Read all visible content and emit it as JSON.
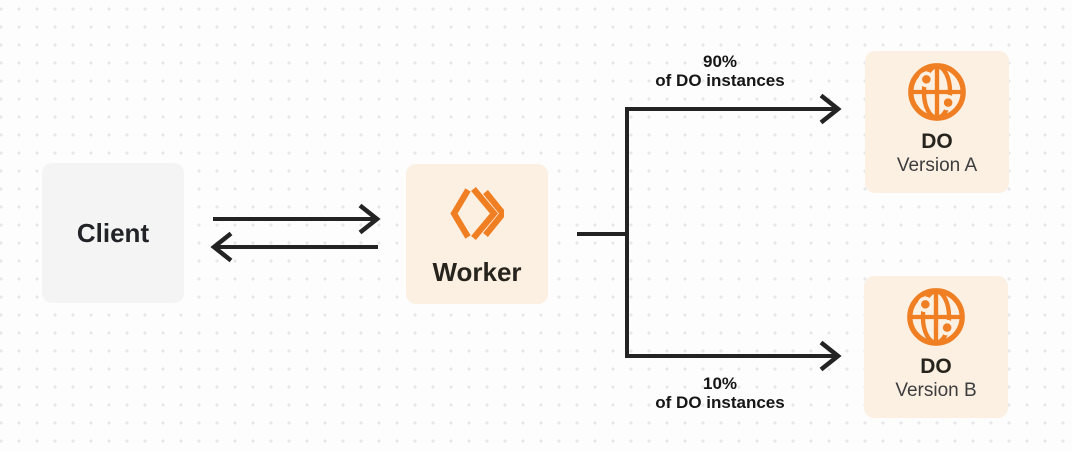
{
  "nodes": {
    "client": {
      "label": "Client"
    },
    "worker": {
      "label": "Worker",
      "icon": "workers-brackets-icon"
    },
    "do_version_a": {
      "title": "DO",
      "subtitle": "Version A",
      "icon": "durable-object-globe-icon"
    },
    "do_version_b": {
      "title": "DO",
      "subtitle": "Version B",
      "icon": "durable-object-globe-icon"
    }
  },
  "edges": {
    "client_worker": {
      "style": "two opposite horizontal arrows"
    },
    "branch_a": {
      "percent": "90%",
      "caption": "of DO instances"
    },
    "branch_b": {
      "percent": "10%",
      "caption": "of DO instances"
    }
  },
  "colors": {
    "accent_orange": "#F07E22",
    "cream_node_bg": "#FBF0E2",
    "gray_node_bg": "#F4F4F5",
    "line_dark": "#232323",
    "dot_grid": "#E7E7EA",
    "canvas_bg": "#FDFDFE",
    "subtitle_text": "#3D3D3F"
  }
}
